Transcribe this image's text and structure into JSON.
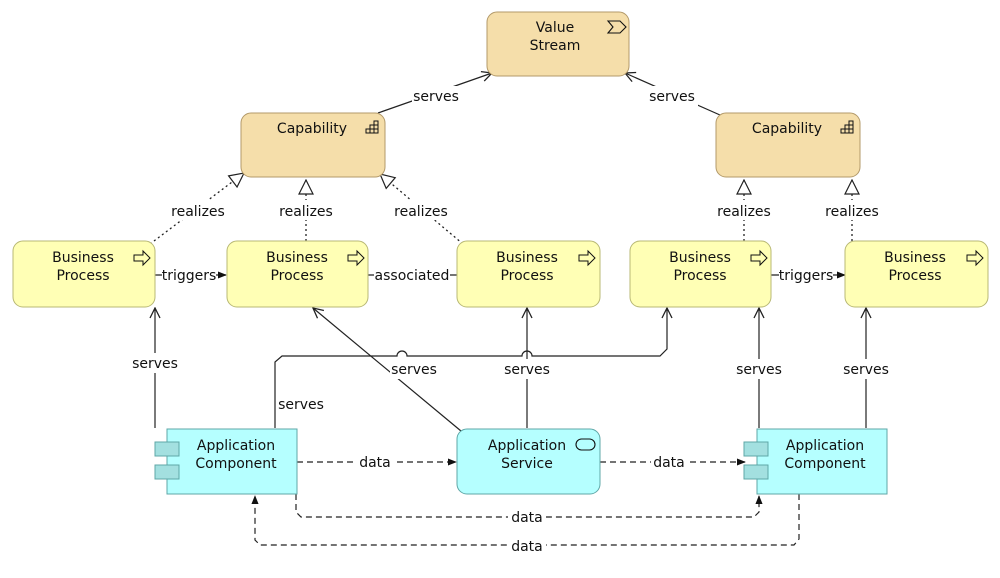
{
  "diagram": {
    "type": "ArchiMate view",
    "colors": {
      "strategy_fill": "#f5deaa",
      "strategy_stroke": "#b39a6a",
      "business_fill": "#ffffb5",
      "business_stroke": "#b8b875",
      "application_fill": "#b5ffff",
      "application_stroke": "#5fa7a7",
      "line": "#222222"
    },
    "nodes": [
      {
        "id": "vs",
        "kind": "value-stream",
        "layer": "strategy",
        "lines": [
          "Value",
          "Stream"
        ]
      },
      {
        "id": "cap1",
        "kind": "capability",
        "layer": "strategy",
        "lines": [
          "Capability"
        ]
      },
      {
        "id": "cap2",
        "kind": "capability",
        "layer": "strategy",
        "lines": [
          "Capability"
        ]
      },
      {
        "id": "bp1",
        "kind": "business-process",
        "layer": "business",
        "lines": [
          "Business",
          "Process"
        ]
      },
      {
        "id": "bp2",
        "kind": "business-process",
        "layer": "business",
        "lines": [
          "Business",
          "Process"
        ]
      },
      {
        "id": "bp3",
        "kind": "business-process",
        "layer": "business",
        "lines": [
          "Business",
          "Process"
        ]
      },
      {
        "id": "bp4",
        "kind": "business-process",
        "layer": "business",
        "lines": [
          "Business",
          "Process"
        ]
      },
      {
        "id": "bp5",
        "kind": "business-process",
        "layer": "business",
        "lines": [
          "Business",
          "Process"
        ]
      },
      {
        "id": "ac1",
        "kind": "application-component",
        "layer": "application",
        "lines": [
          "Application",
          "Component"
        ]
      },
      {
        "id": "as1",
        "kind": "application-service",
        "layer": "application",
        "lines": [
          "Application",
          "Service"
        ]
      },
      {
        "id": "ac2",
        "kind": "application-component",
        "layer": "application",
        "lines": [
          "Application",
          "Component"
        ]
      }
    ],
    "edges": [
      {
        "id": "e1",
        "from": "cap1",
        "to": "vs",
        "type": "serving",
        "label": "serves"
      },
      {
        "id": "e2",
        "from": "cap2",
        "to": "vs",
        "type": "serving",
        "label": "serves"
      },
      {
        "id": "e3",
        "from": "bp1",
        "to": "cap1",
        "type": "realization",
        "label": "realizes"
      },
      {
        "id": "e4",
        "from": "bp2",
        "to": "cap1",
        "type": "realization",
        "label": "realizes"
      },
      {
        "id": "e5",
        "from": "bp3",
        "to": "cap1",
        "type": "realization",
        "label": "realizes"
      },
      {
        "id": "e6",
        "from": "bp4",
        "to": "cap2",
        "type": "realization",
        "label": "realizes"
      },
      {
        "id": "e7",
        "from": "bp5",
        "to": "cap2",
        "type": "realization",
        "label": "realizes"
      },
      {
        "id": "e8",
        "from": "bp1",
        "to": "bp2",
        "type": "triggering",
        "label": "triggers"
      },
      {
        "id": "e9",
        "from": "bp2",
        "to": "bp3",
        "type": "association",
        "label": "associated"
      },
      {
        "id": "e10",
        "from": "bp4",
        "to": "bp5",
        "type": "triggering",
        "label": "triggers"
      },
      {
        "id": "e11",
        "from": "ac1",
        "to": "bp1",
        "type": "serving",
        "label": "serves"
      },
      {
        "id": "e12",
        "from": "ac1",
        "to": "bp4",
        "type": "serving",
        "label": "serves"
      },
      {
        "id": "e13",
        "from": "as1",
        "to": "bp2",
        "type": "serving",
        "label": "serves"
      },
      {
        "id": "e14",
        "from": "as1",
        "to": "bp3",
        "type": "serving",
        "label": "serves"
      },
      {
        "id": "e15",
        "from": "ac2",
        "to": "bp4",
        "type": "serving",
        "label": "serves"
      },
      {
        "id": "e16",
        "from": "ac2",
        "to": "bp5",
        "type": "serving",
        "label": "serves"
      },
      {
        "id": "e17",
        "from": "ac1",
        "to": "as1",
        "type": "flow",
        "label": "data"
      },
      {
        "id": "e18",
        "from": "as1",
        "to": "ac2",
        "type": "flow",
        "label": "data"
      },
      {
        "id": "e19",
        "from": "ac1",
        "to": "ac2",
        "type": "flow",
        "label": "data"
      },
      {
        "id": "e20",
        "from": "ac2",
        "to": "ac1",
        "type": "flow",
        "label": "data"
      }
    ]
  }
}
